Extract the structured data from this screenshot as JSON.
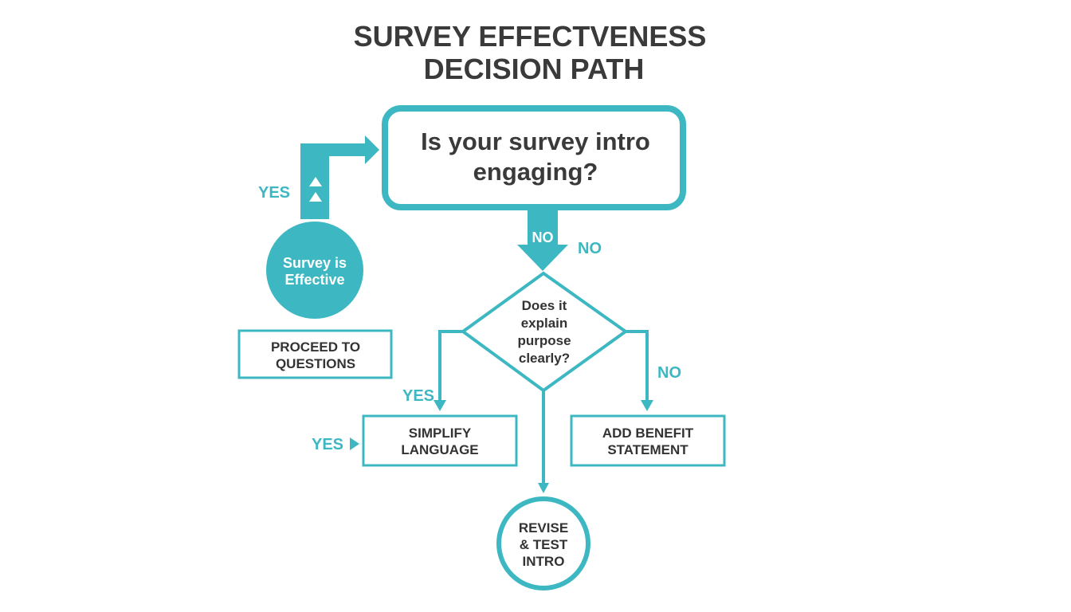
{
  "colors": {
    "accent": "#3db8c2",
    "text": "#3a3a3a",
    "background": "#ffffff"
  },
  "title": {
    "line1": "SURVEY EFFECTVENESS",
    "line2": "DECISION PATH"
  },
  "question": {
    "line1": "Is your survey intro",
    "line2": "engaging?"
  },
  "decision": {
    "line1": "Does it",
    "line2": "explain",
    "line3": "purpose",
    "line4": "clearly?"
  },
  "effective": {
    "line1": "Survey is",
    "line2": "Effective"
  },
  "proceed": {
    "line1": "PROCEED TO",
    "line2": "QUESTIONS"
  },
  "simplify": {
    "line1": "SIMPLIFY",
    "line2": "LANGUAGE"
  },
  "benefit": {
    "line1": "ADD BENEFIT",
    "line2": "STATEMENT"
  },
  "revise": {
    "line1": "REVISE",
    "line2": "& TEST",
    "line3": "INTRO"
  },
  "labels": {
    "yes_top": "YES",
    "no_in_arrow": "NO",
    "no_beside_arrow": "NO",
    "no_right_branch": "NO",
    "yes_left_branch": "YES",
    "yes_simplify": "YES"
  }
}
